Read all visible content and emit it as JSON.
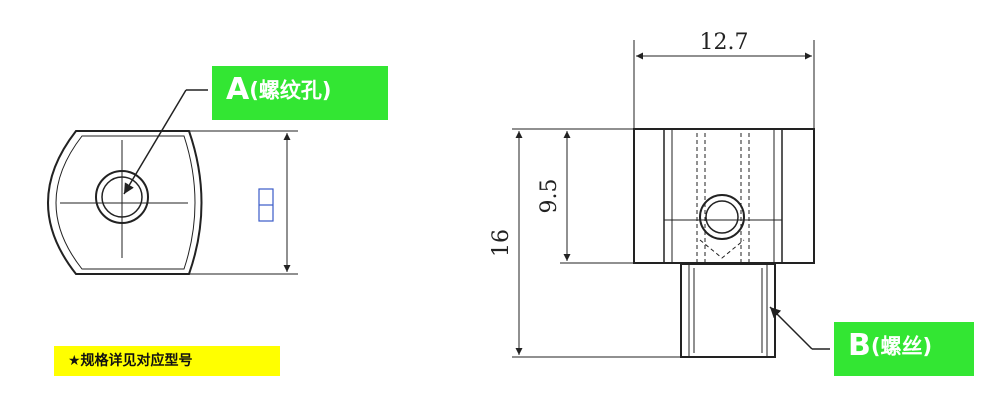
{
  "callouts": {
    "a": {
      "letter": "A",
      "paren": "(螺纹孔)"
    },
    "b": {
      "letter": "B",
      "paren": "(螺丝)"
    }
  },
  "note": {
    "text": "★规格详见对应型号"
  },
  "dimensions": {
    "width_top": "12.7",
    "height_inner": "9.5",
    "height_total": "16"
  },
  "colors": {
    "callout_bg": "#33e633",
    "note_bg": "#ffff00",
    "line": "#222222"
  }
}
